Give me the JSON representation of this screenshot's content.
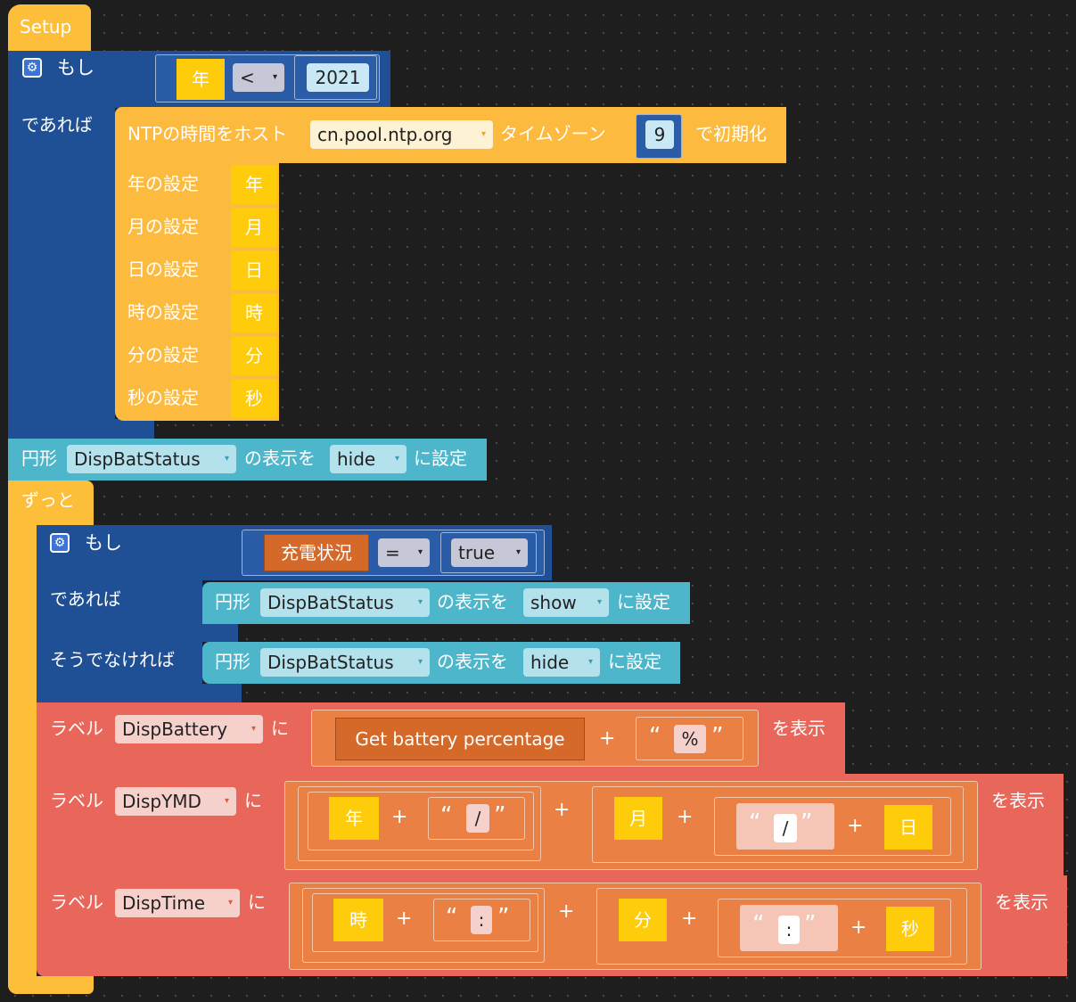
{
  "setup": {
    "hat_label": "Setup",
    "if_block": {
      "if_label": "もし",
      "then_label": "であれば",
      "condition": {
        "left_var": "年",
        "operator": "<",
        "right_value": "2021"
      },
      "ntp": {
        "prefix": "NTPの時間をホスト",
        "host": "cn.pool.ntp.org",
        "tz_label": "タイムゾーン",
        "tz_value": "9",
        "suffix": "で初期化"
      },
      "settings": [
        {
          "label": "年の設定",
          "var": "年"
        },
        {
          "label": "月の設定",
          "var": "月"
        },
        {
          "label": "日の設定",
          "var": "日"
        },
        {
          "label": "時の設定",
          "var": "時"
        },
        {
          "label": "分の設定",
          "var": "分"
        },
        {
          "label": "秒の設定",
          "var": "秒"
        }
      ]
    },
    "circle_block": {
      "prefix": "円形",
      "target": "DispBatStatus",
      "mid": "の表示を",
      "value": "hide",
      "suffix": "に設定"
    }
  },
  "loop": {
    "label": "ずっと",
    "if_block": {
      "if_label": "もし",
      "then_label": "であれば",
      "else_label": "そうでなければ",
      "condition": {
        "left": "充電状況",
        "operator": "=",
        "right": "true"
      },
      "then_block": {
        "prefix": "円形",
        "target": "DispBatStatus",
        "mid": "の表示を",
        "value": "show",
        "suffix": "に設定"
      },
      "else_block": {
        "prefix": "円形",
        "target": "DispBatStatus",
        "mid": "の表示を",
        "value": "hide",
        "suffix": "に設定"
      }
    },
    "labels": [
      {
        "prefix": "ラベル",
        "target": "DispBattery",
        "mid": "に",
        "suffix": "を表示",
        "func": "Get battery percentage",
        "plus": "+",
        "q_open": "“",
        "q_close": "”",
        "text": "%"
      },
      {
        "prefix": "ラベル",
        "target": "DispYMD",
        "mid": "に",
        "suffix": "を表示",
        "v1": "年",
        "v2": "月",
        "v3": "日",
        "sep": "/",
        "plus": "+",
        "q_open": "“",
        "q_close": "”"
      },
      {
        "prefix": "ラベル",
        "target": "DispTime",
        "mid": "に",
        "suffix": "を表示",
        "v1": "時",
        "v2": "分",
        "v3": "秒",
        "sep": ":",
        "plus": "+",
        "q_open": "“",
        "q_close": "”"
      }
    ]
  },
  "colors": {
    "setup_hat": "#fdbf3a",
    "control": "#1f4f95",
    "time": "#fcbb3f",
    "variable": "#fecc0a",
    "display": "#4eb6cb",
    "label": "#e8675a",
    "text_join": "#ea8043",
    "background": "#1e1e1e"
  },
  "dropdown_arrow": "▾",
  "gear_icon": "⚙"
}
